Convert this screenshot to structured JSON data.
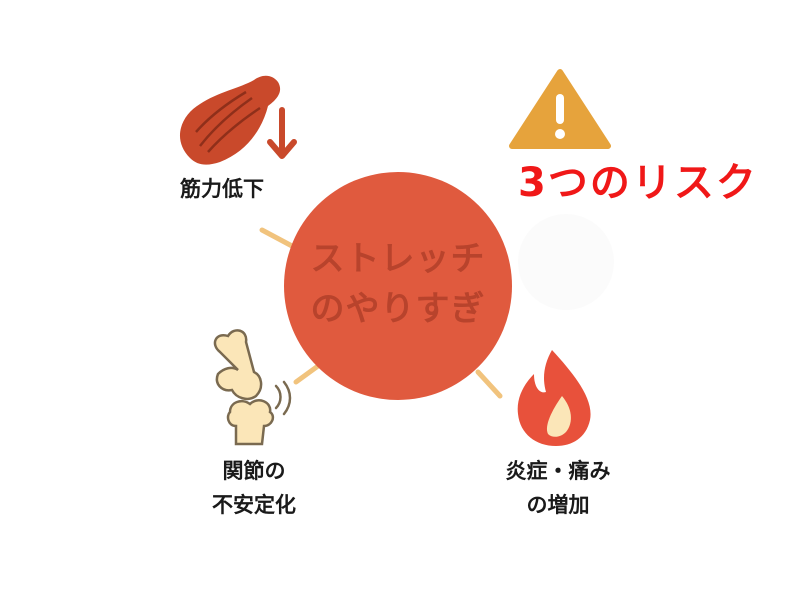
{
  "center": {
    "line1": "ストレッチ",
    "line2": "のやりすぎ"
  },
  "risk_title": "3つのリスク",
  "nodes": {
    "muscle": {
      "label": "筋力低下"
    },
    "joint": {
      "line1": "関節の",
      "line2": "不安定化"
    },
    "inflammation": {
      "line1": "炎症・痛み",
      "line2": "の増加"
    }
  },
  "icons": {
    "muscle": "muscle-icon",
    "down_arrow": "down-arrow-icon",
    "warning": "warning-icon",
    "joint": "joint-bone-icon",
    "flame": "flame-icon"
  },
  "colors": {
    "center_fill": "#e05a3e",
    "center_text": "#b8432c",
    "title_red": "#f01818",
    "connector": "#f1c37d",
    "warning": "#e6a33c",
    "muscle": "#c9492b",
    "flame": "#e8513b",
    "bone": "#fbe6b8"
  }
}
